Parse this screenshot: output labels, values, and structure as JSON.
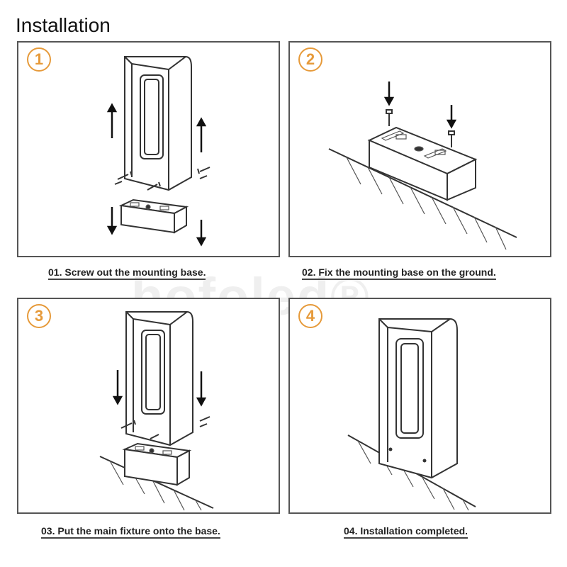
{
  "title": "Installation",
  "watermark": "hofoled®",
  "colors": {
    "accent": "#e69a3a",
    "line": "#333333",
    "frame": "#555555"
  },
  "steps": [
    {
      "number": "1",
      "caption": "01. Screw out the mounting base."
    },
    {
      "number": "2",
      "caption": "02. Fix the mounting base on the ground."
    },
    {
      "number": "3",
      "caption": "03. Put the main fixture onto the base."
    },
    {
      "number": "4",
      "caption": "04. Installation completed."
    }
  ]
}
